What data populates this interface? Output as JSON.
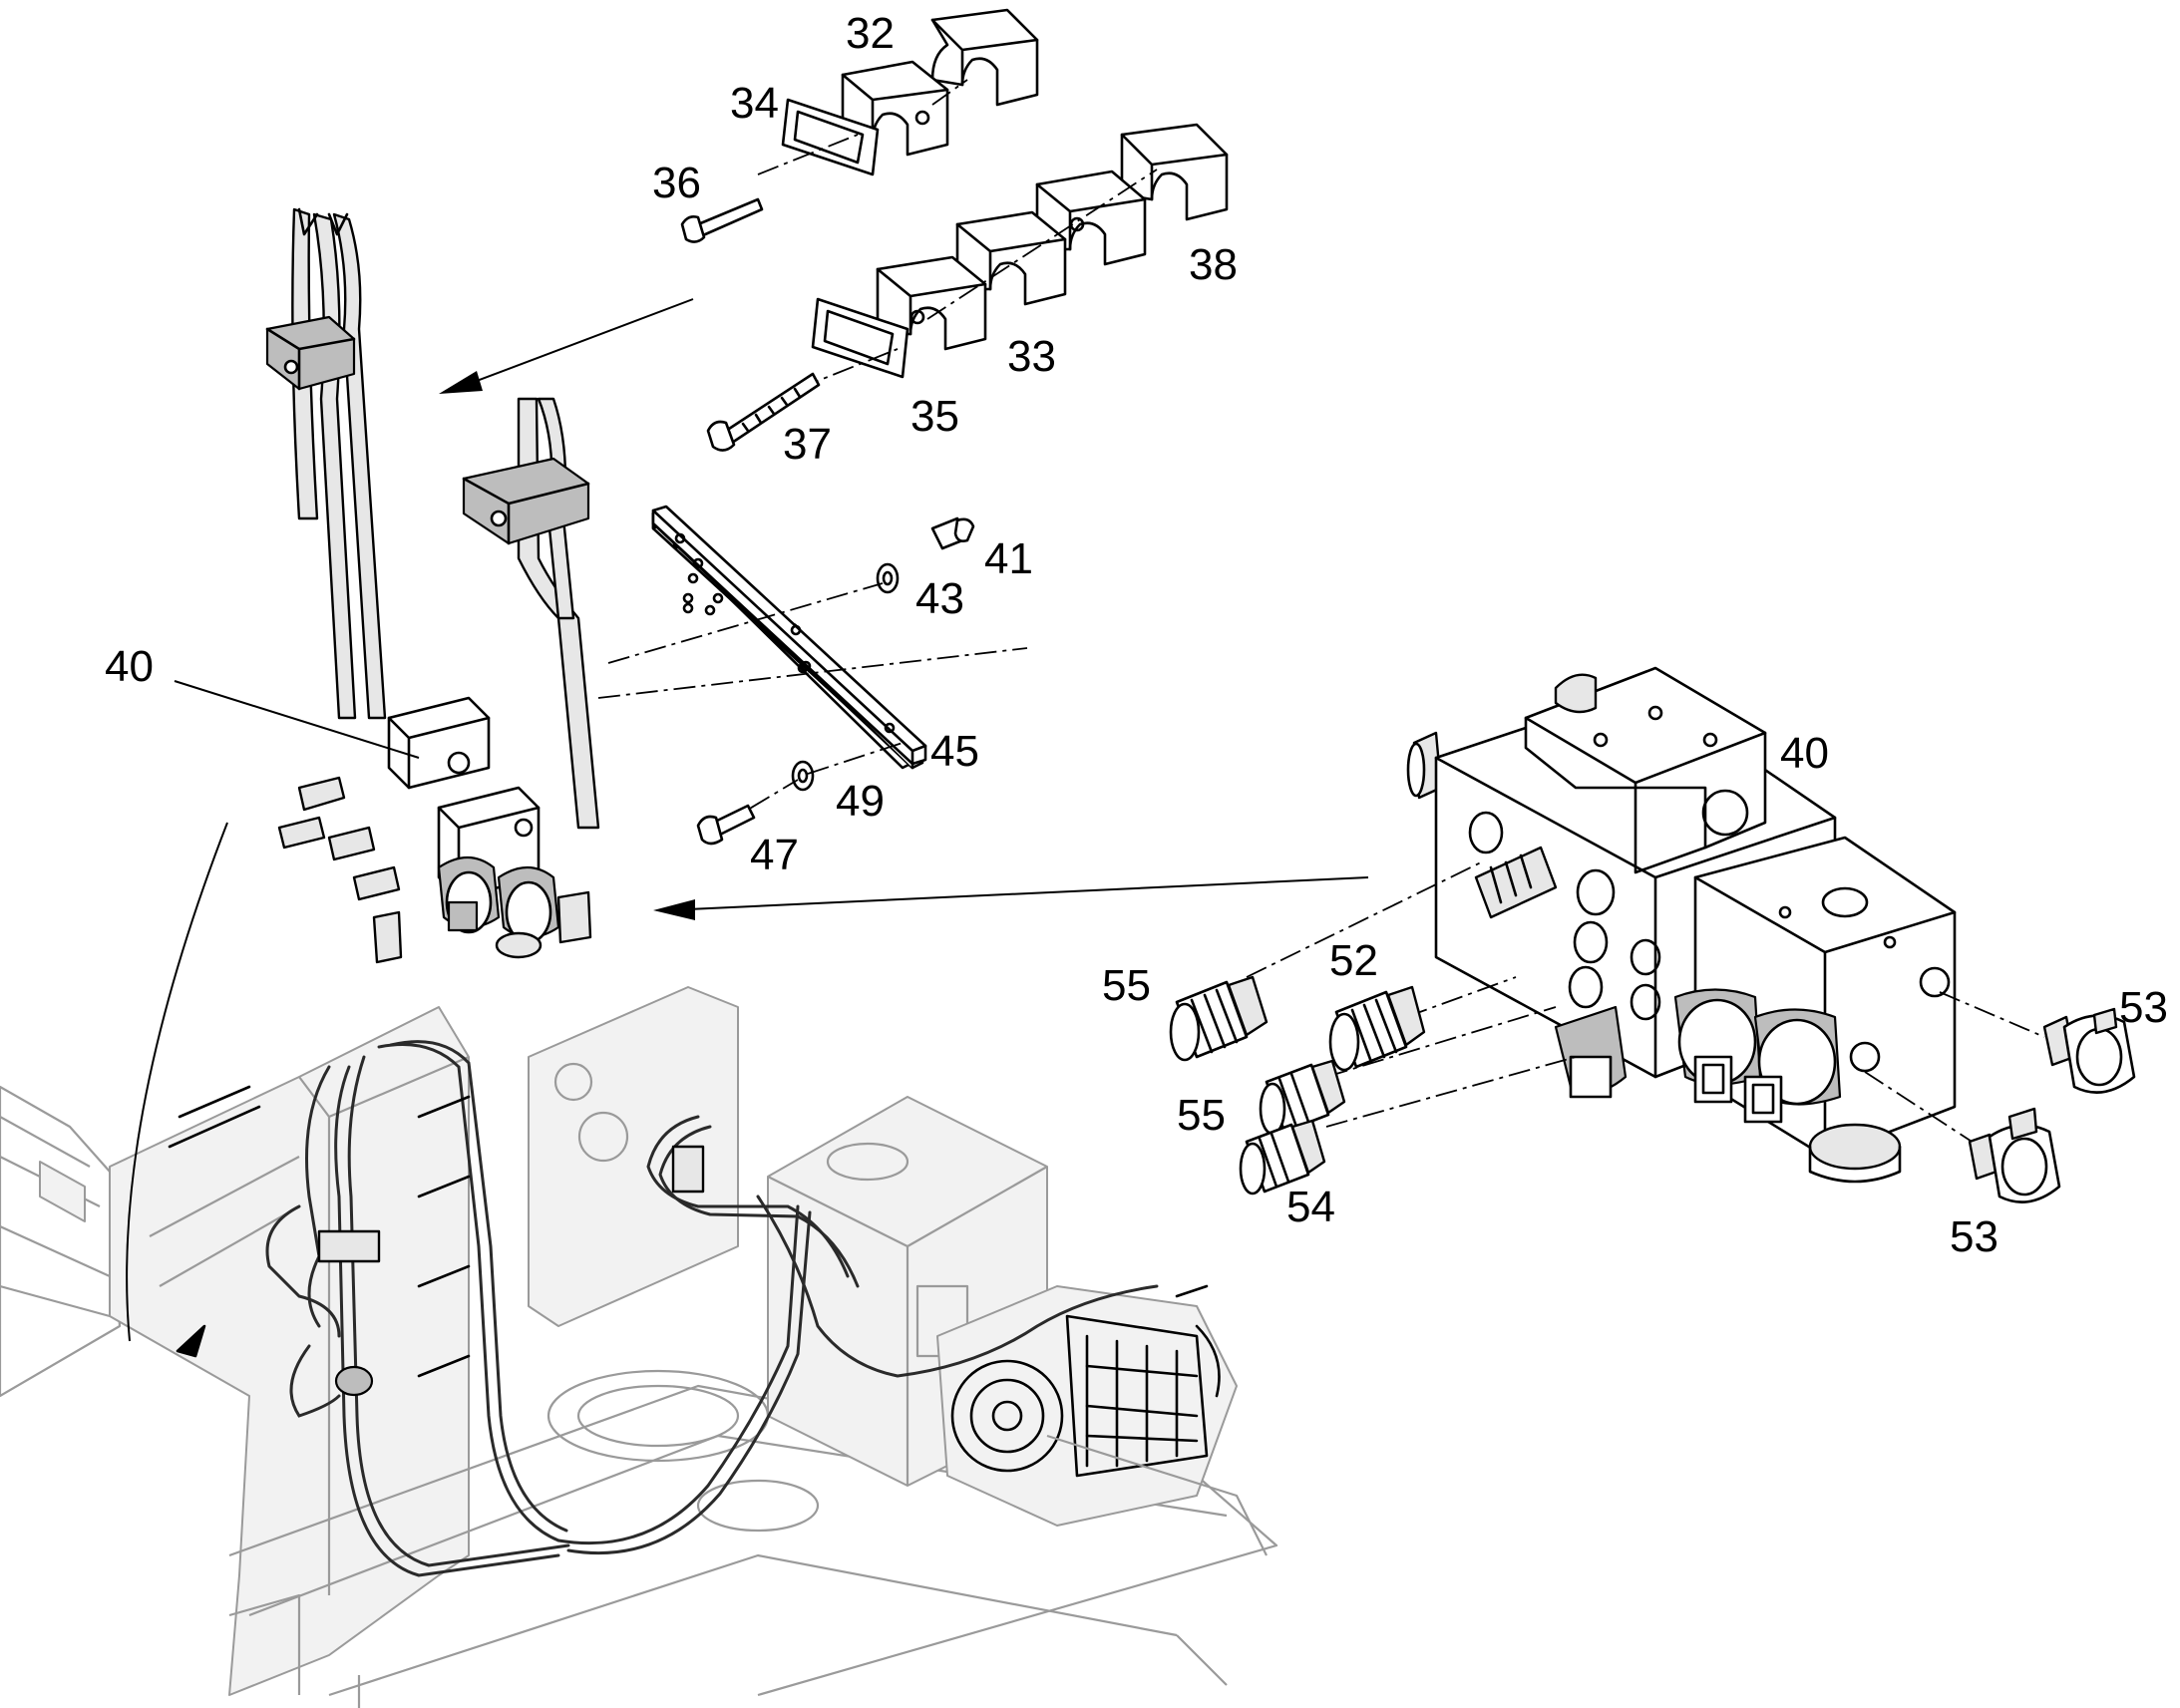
{
  "labels": {
    "p32": "32",
    "p34": "34",
    "p36": "36",
    "p38": "38",
    "p33": "33",
    "p35": "35",
    "p37": "37",
    "p41": "41",
    "p43": "43",
    "p45": "45",
    "p49": "49",
    "p47": "47",
    "p40_left": "40",
    "p40_right": "40",
    "p55_top": "55",
    "p52": "52",
    "p55_bottom": "55",
    "p54": "54",
    "p53_top": "53",
    "p53_bottom": "53"
  }
}
